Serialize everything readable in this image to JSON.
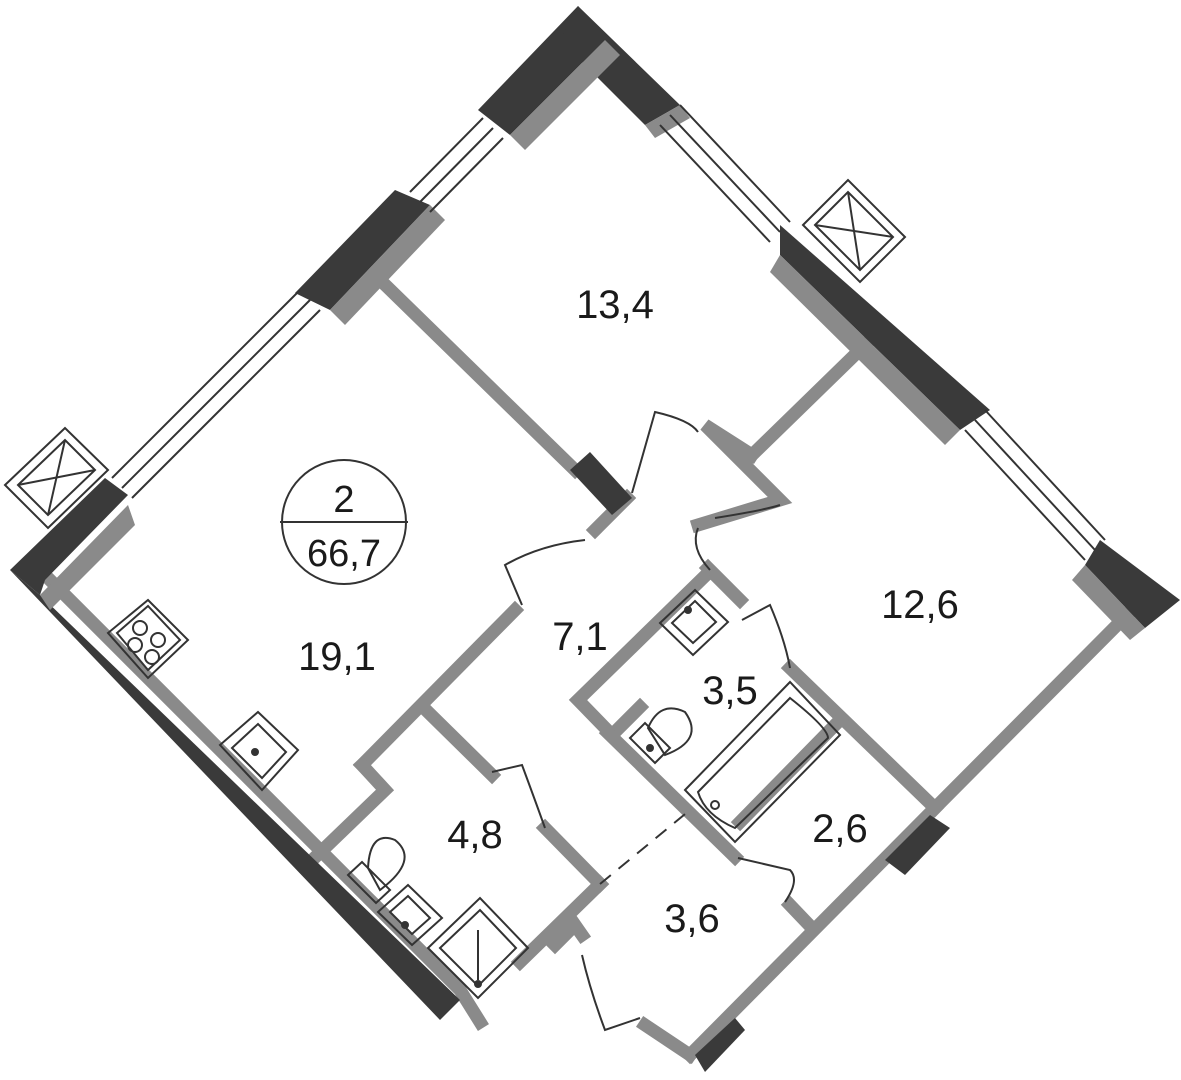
{
  "apartment": {
    "rooms_count": "2",
    "total_area": "66,7"
  },
  "rooms": [
    {
      "id": "living-kitchen",
      "area": "19,1"
    },
    {
      "id": "bedroom-1",
      "area": "13,4"
    },
    {
      "id": "bedroom-2",
      "area": "12,6"
    },
    {
      "id": "hallway",
      "area": "7,1"
    },
    {
      "id": "bathroom-1",
      "area": "4,8"
    },
    {
      "id": "bathroom-2",
      "area": "3,5"
    },
    {
      "id": "entry",
      "area": "3,6"
    },
    {
      "id": "storage",
      "area": "2,6"
    }
  ],
  "colors": {
    "structural_wall": "#3a3a3a",
    "partition_wall": "#8a8a8a",
    "fixture_line": "#333333",
    "background": "#ffffff"
  },
  "icons": [
    "stove-icon",
    "sink-icon",
    "toilet-icon",
    "bathtub-icon",
    "shower-icon",
    "air-conditioner-icon"
  ]
}
